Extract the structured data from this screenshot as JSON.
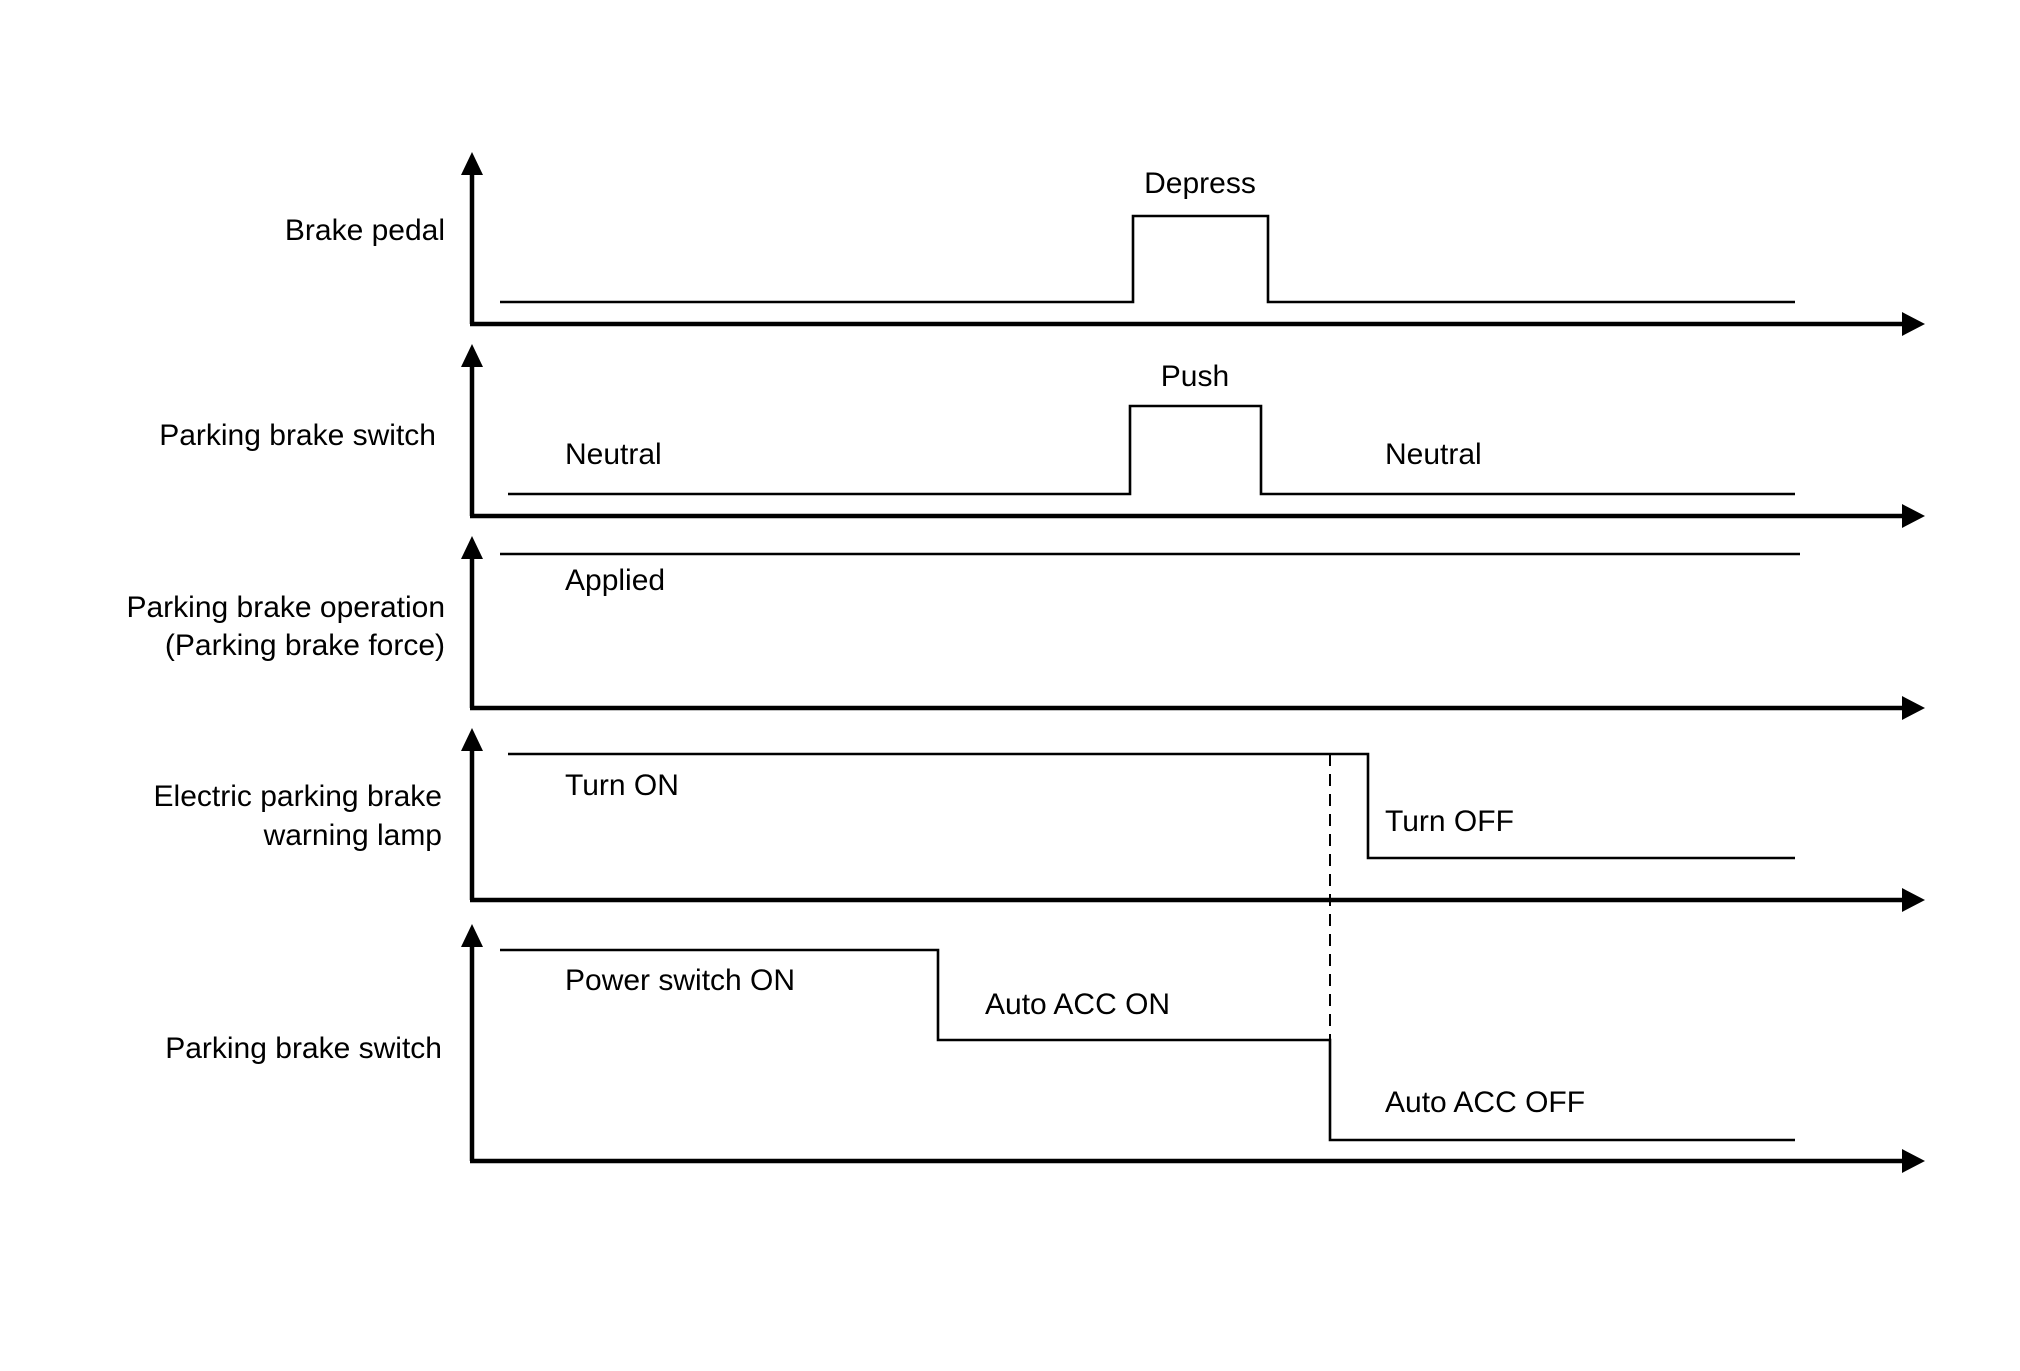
{
  "rows": [
    {
      "label_lines": [
        "Brake pedal"
      ],
      "states": [
        "Depress"
      ]
    },
    {
      "label_lines": [
        "Parking brake switch"
      ],
      "states": [
        "Push",
        "Neutral",
        "Neutral"
      ]
    },
    {
      "label_lines": [
        "Parking brake operation",
        "(Parking brake force)"
      ],
      "states": [
        "Applied"
      ]
    },
    {
      "label_lines": [
        "Electric parking brake",
        "warning lamp"
      ],
      "states": [
        "Turn ON",
        "Turn OFF"
      ]
    },
    {
      "label_lines": [
        "Parking brake switch"
      ],
      "states": [
        "Power switch ON",
        "Auto ACC ON",
        "Auto ACC OFF"
      ]
    }
  ]
}
